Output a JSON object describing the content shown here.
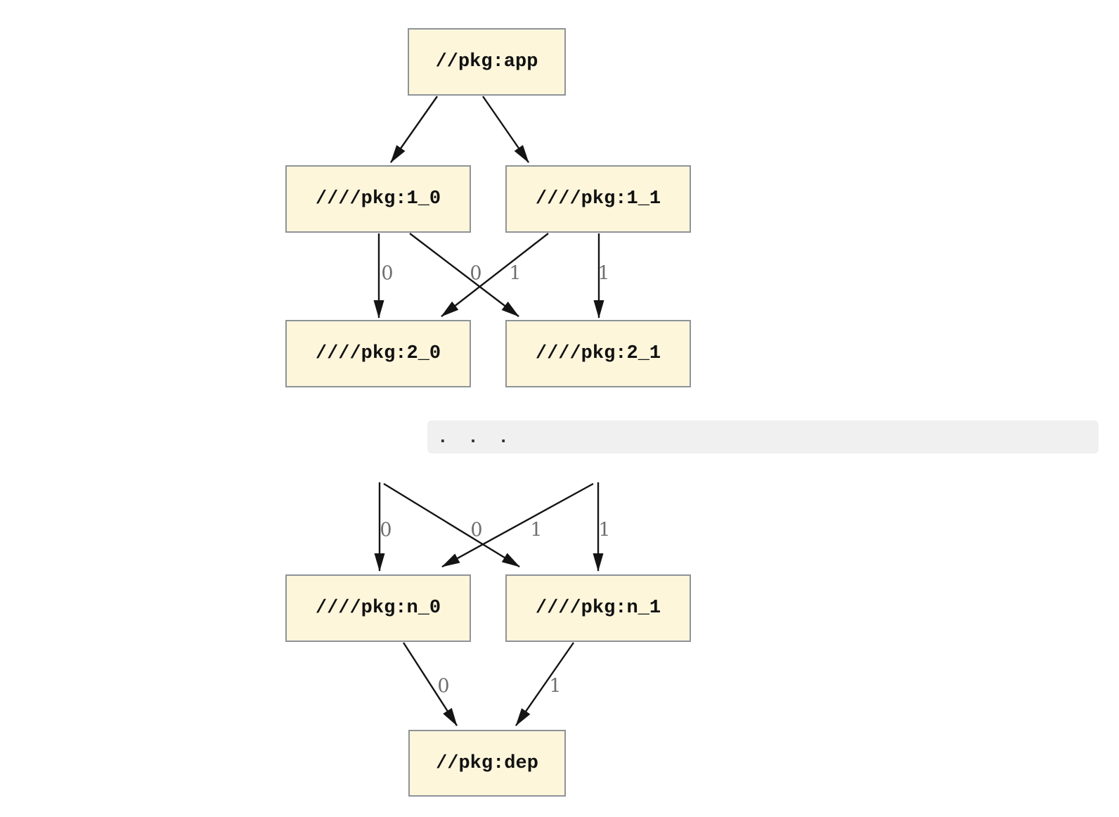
{
  "graph": {
    "nodes": {
      "app": {
        "label": "//pkg:app"
      },
      "v1_0": {
        "label": "////pkg:1_0"
      },
      "v1_1": {
        "label": "////pkg:1_1"
      },
      "v2_0": {
        "label": "////pkg:2_0"
      },
      "v2_1": {
        "label": "////pkg:2_1"
      },
      "vn_0": {
        "label": "////pkg:n_0"
      },
      "vn_1": {
        "label": "////pkg:n_1"
      },
      "dep": {
        "label": "//pkg:dep"
      }
    },
    "ellipsis": {
      "text": ". . ."
    },
    "edges": [
      {
        "from": "//pkg:app",
        "to": "////pkg:1_0",
        "label": ""
      },
      {
        "from": "//pkg:app",
        "to": "////pkg:1_1",
        "label": ""
      },
      {
        "from": "////pkg:1_0",
        "to": "////pkg:2_0",
        "label": "0"
      },
      {
        "from": "////pkg:1_0",
        "to": "////pkg:2_1",
        "label": "0"
      },
      {
        "from": "////pkg:1_1",
        "to": "////pkg:2_0",
        "label": "1"
      },
      {
        "from": "////pkg:1_1",
        "to": "////pkg:2_1",
        "label": "1"
      },
      {
        "from": "...",
        "to": "////pkg:n_0",
        "label": "0"
      },
      {
        "from": "...",
        "to": "////pkg:n_1",
        "label": "0"
      },
      {
        "from": "...",
        "to": "////pkg:n_0",
        "label": "1"
      },
      {
        "from": "...",
        "to": "////pkg:n_1",
        "label": "1"
      },
      {
        "from": "////pkg:n_0",
        "to": "//pkg:dep",
        "label": "0"
      },
      {
        "from": "////pkg:n_1",
        "to": "//pkg:dep",
        "label": "1"
      }
    ],
    "colors": {
      "node_fill": "#fdf6db",
      "node_border": "#8e9399",
      "edge": "#141414",
      "edge_label": "#6f6f6f",
      "band_bg": "#f0f0f0",
      "background": "#ffffff"
    }
  }
}
